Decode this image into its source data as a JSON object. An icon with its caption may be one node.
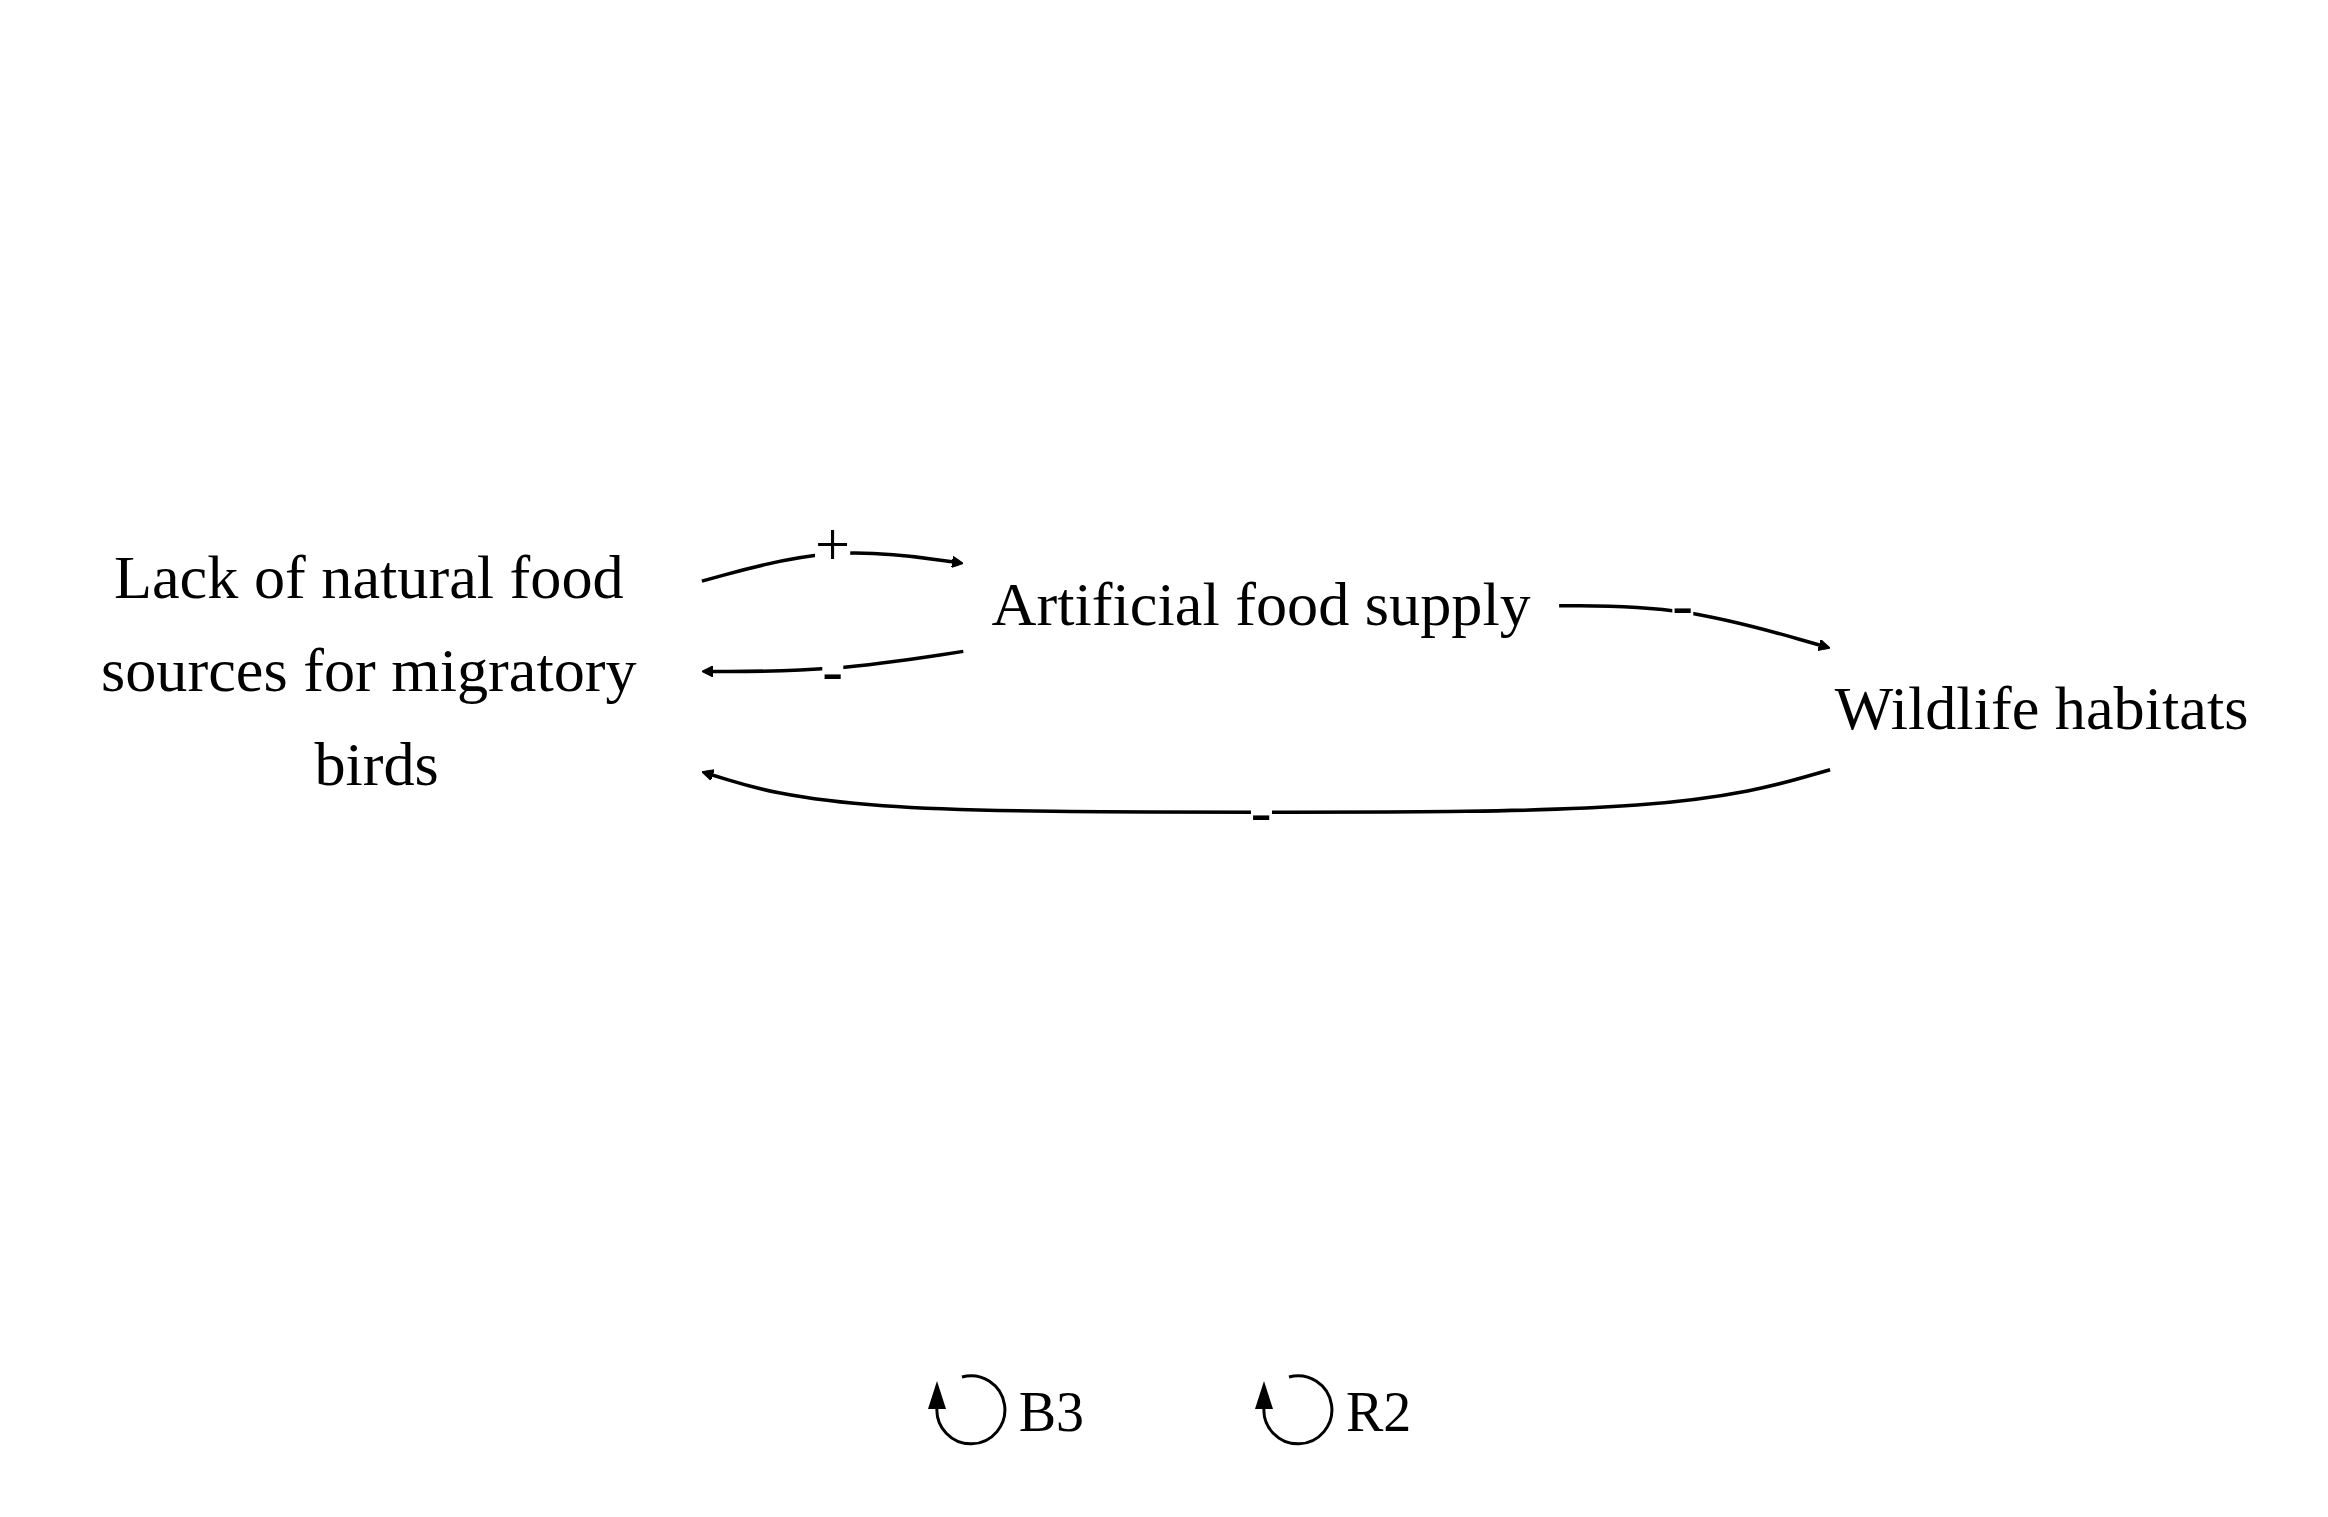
{
  "diagram": {
    "nodes": [
      {
        "text": [
          "Lack of natural food sources for migratory birds"
        ]
      },
      {
        "text": [
          "Artificial food supply"
        ]
      },
      {
        "text": [
          "Wildlife habitats"
        ]
      }
    ],
    "edges": [
      {
        "from": 0,
        "to": 1,
        "arrow": "to",
        "label": "+"
      },
      {
        "from": 1,
        "to": 0,
        "arrow": "to",
        "label": "-"
      },
      {
        "from": 1,
        "to": 2,
        "arrow": "to",
        "label": "-"
      },
      {
        "from": 2,
        "to": 0,
        "arrow": "to",
        "label": "-"
      }
    ],
    "labels": [
      "B3",
      "R2"
    ]
  }
}
